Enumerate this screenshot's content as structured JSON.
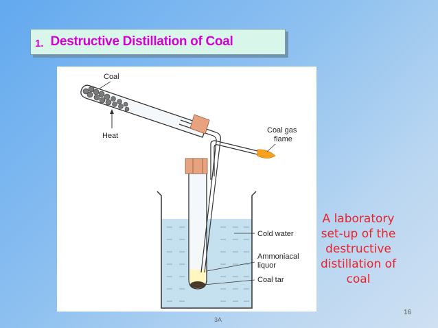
{
  "slide": {
    "title_number": "1.",
    "title": "Destructive Distillation of Coal",
    "caption": "A laboratory set-up of the destructive distillation of coal",
    "page_number": "16",
    "footer": "3A"
  },
  "figure": {
    "labels": {
      "coal": "Coal",
      "heat": "Heat",
      "coal_gas_line1": "Coal gas",
      "coal_gas_line2": "flame",
      "cold_water": "Cold water",
      "ammoniacal_line1": "Ammoniacal",
      "ammoniacal_line2": "liquor",
      "coal_tar": "Coal tar"
    }
  },
  "colors": {
    "title_text": "#d400d4",
    "title_bg": "#d8f7ea",
    "caption_text": "#e8232a",
    "stopper": "#e8a27e",
    "water": "#c5e0ee",
    "flame": "#f6a21c"
  }
}
